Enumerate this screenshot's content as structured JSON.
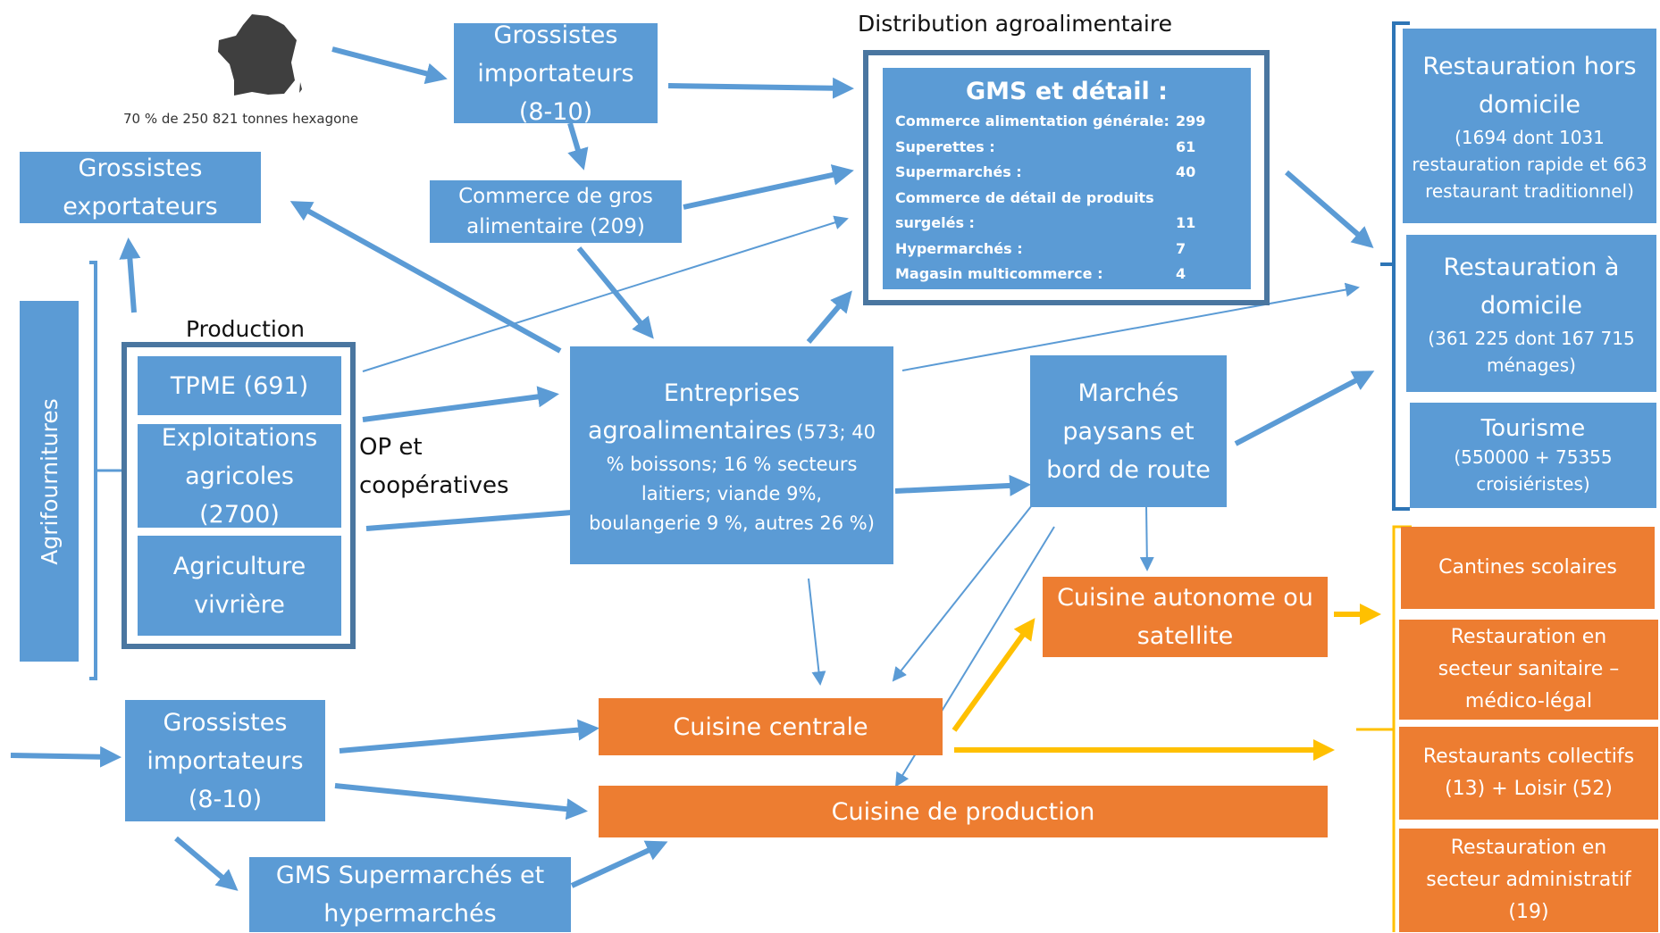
{
  "top": {
    "france_caption": "70 % de 250 821 tonnes hexagone",
    "distribution_title": "Distribution agroalimentaire",
    "production_title": "Production",
    "op_label": "OP et coopératives"
  },
  "boxes": {
    "grossistes_importateurs_top": "Grossistes importateurs (8-10)",
    "grossistes_exportateurs": "Grossistes exportateurs",
    "commerce_gros": "Commerce de gros alimentaire (209)",
    "agrifournitures": "Agrifournitures",
    "tpme": "TPME (691)",
    "exploitations": "Exploitations agricoles (2700)",
    "agriculture_vivriere": "Agriculture vivrière",
    "entreprises_title": "Entreprises agroalimentaires",
    "entreprises_detail": "(573; 40 % boissons; 16 % secteurs laitiers; viande 9%, boulangerie 9 %, autres 26 %)",
    "marches": "Marchés paysans et bord de route",
    "grossistes_importateurs_bottom": "Grossistes importateurs (8-10)",
    "gms_super": "GMS Supermarchés et hypermarchés",
    "cuisine_autonome": "Cuisine autonome ou satellite",
    "cuisine_centrale": "Cuisine centrale",
    "cuisine_production": "Cuisine de production"
  },
  "gms": {
    "title": "GMS et détail :",
    "rows": [
      {
        "label": "Commerce alimentation générale:",
        "value": "299"
      },
      {
        "label": "Superettes :",
        "value": "61"
      },
      {
        "label": "Supermarchés :",
        "value": "40"
      },
      {
        "label": "Commerce de détail de produits",
        "value": ""
      },
      {
        "label": "surgelés :",
        "value": "11"
      },
      {
        "label": "Hypermarchés :",
        "value": "7"
      },
      {
        "label": "Magasin multicommerce :",
        "value": "4"
      }
    ]
  },
  "restauration": {
    "hors_domicile_title": "Restauration hors domicile",
    "hors_domicile_detail": "(1694 dont 1031 restauration rapide et 663 restaurant traditionnel)",
    "domicile_title": "Restauration à domicile",
    "domicile_detail": "(361 225 dont 167 715 ménages)",
    "tourisme_title": "Tourisme",
    "tourisme_detail": "(550000 + 75355 croisiéristes)"
  },
  "collective": {
    "cantines": "Cantines scolaires",
    "sanitaire": "Restauration en secteur sanitaire – médico-légal",
    "collectifs": "Restaurants collectifs (13) + Loisir (52)",
    "administratif": "Restauration en secteur administratif (19)"
  },
  "colors": {
    "blue": "#5b9bd5",
    "dark_blue": "#4a76a0",
    "orange": "#ed7d31",
    "yellow_arrow": "#ffc000"
  }
}
